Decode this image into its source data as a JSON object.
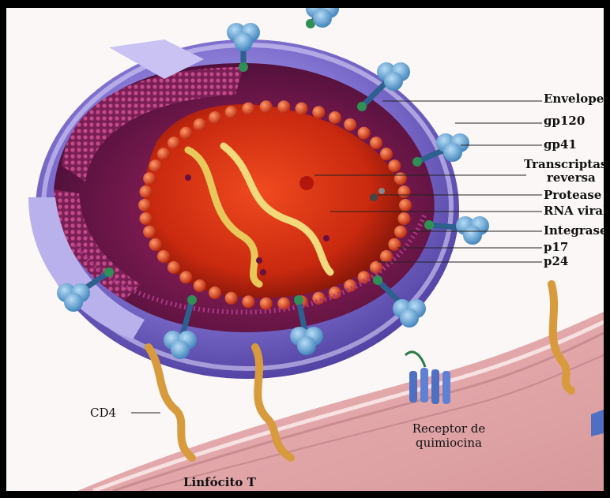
{
  "labels": {
    "envelope": "Envelope",
    "gp120": "gp120",
    "gp41": "gp41",
    "transcriptase_line1": "Transcriptase",
    "transcriptase_line2": "reversa",
    "protease": "Protease",
    "rna_viral": "RNA viral",
    "integrase": "Integrase",
    "p17": "p17",
    "p24": "p24",
    "cd4": "CD4",
    "receptor_line1": "Receptor de",
    "receptor_line2": "quimiocina",
    "linfocito": "Linfócito T"
  },
  "colors": {
    "frame": "#000000",
    "background": "#fbf7f6",
    "envelope": "#7a6cc8",
    "matrix": "#9a2f6e",
    "capsid": "#c93a16",
    "rna": "#e8c85a",
    "glycoprotein": "#5f9fd6",
    "cd4": "#d79a3c",
    "cell_membrane": "#e7b9ba"
  }
}
